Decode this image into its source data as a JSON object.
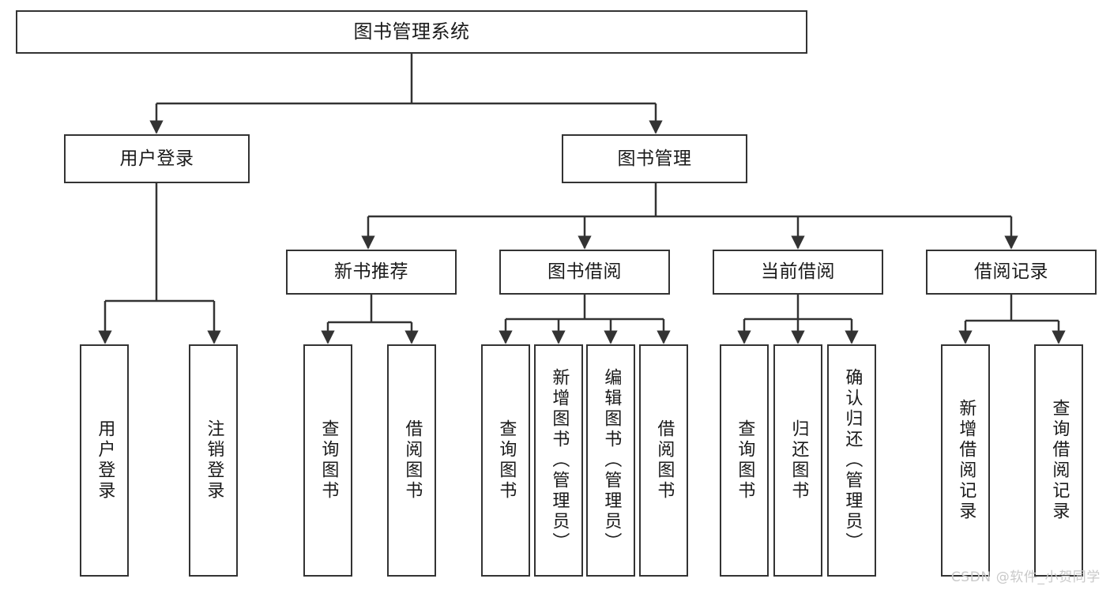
{
  "diagram": {
    "title": "图书管理系统",
    "type": "tree-hierarchy-diagram",
    "watermark": "CSDN @软件_小贺同学",
    "colors": {
      "box_border": "#333333",
      "box_fill": "#ffffff",
      "connector": "#333333",
      "text": "#1a1a1a",
      "watermark": "#c9c9c9",
      "page_background": "#ffffff"
    },
    "nodes": {
      "root": {
        "label": "图书管理系统"
      },
      "level2": [
        {
          "id": "user-login",
          "label": "用户登录"
        },
        {
          "id": "book-management",
          "label": "图书管理"
        }
      ],
      "level3": [
        {
          "id": "new-book-recommend",
          "label": "新书推荐"
        },
        {
          "id": "book-borrow",
          "label": "图书借阅"
        },
        {
          "id": "current-borrow",
          "label": "当前借阅"
        },
        {
          "id": "borrow-record",
          "label": "借阅记录"
        }
      ],
      "leaves": {
        "user_login": [
          {
            "id": "leaf-user-login",
            "label": "用户登录"
          },
          {
            "id": "leaf-logout-login",
            "label": "注销登录"
          }
        ],
        "new_book_recommend": [
          {
            "id": "leaf-query-book-1",
            "label": "查询图书"
          },
          {
            "id": "leaf-borrow-book-1",
            "label": "借阅图书"
          }
        ],
        "book_borrow": [
          {
            "id": "leaf-query-book-2",
            "label": "查询图书"
          },
          {
            "id": "leaf-add-book",
            "label": "新增图书（管理员）"
          },
          {
            "id": "leaf-edit-book",
            "label": "编辑图书（管理员）"
          },
          {
            "id": "leaf-borrow-book-2",
            "label": "借阅图书"
          }
        ],
        "current_borrow": [
          {
            "id": "leaf-query-book-3",
            "label": "查询图书"
          },
          {
            "id": "leaf-return-book",
            "label": "归还图书"
          },
          {
            "id": "leaf-confirm-return",
            "label": "确认归还（管理员）"
          }
        ],
        "borrow_record": [
          {
            "id": "leaf-add-borrow-record",
            "label": "新增借阅记录"
          },
          {
            "id": "leaf-query-borrow-record",
            "label": "查询借阅记录"
          }
        ]
      }
    }
  }
}
